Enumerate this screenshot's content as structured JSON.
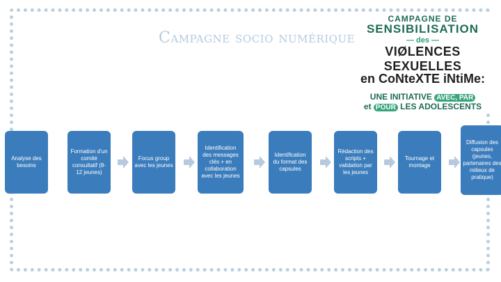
{
  "title": "Campagne socio numérique",
  "logo": {
    "line1": "CAMPAGNE DE",
    "line2": "SENSIBILISATION",
    "line3": "— des —",
    "line4": "VIØLENCES SEXUELLES",
    "line5": "en CoNteXTE iNtiMe:",
    "line6a": "UNE INITIATIVE",
    "line6b": "AVEC, PAR",
    "line7a": "et",
    "line7b": "POUR",
    "line7c": "LES ADOLESCENTS"
  },
  "colors": {
    "box": "#3a7cbc",
    "arrow": "#b6c9dd",
    "frame": "#b9cfe0",
    "logo_green": "#1e6b55"
  },
  "steps": [
    "Analyse des besoins",
    "Formation d'un comité consultatif (8-12 jeunes)",
    "Focus group avec les jeunes",
    "Identification des messages clés + en collaboration avec les jeunes",
    "Identification du format des capsules",
    "Rédaction des scripts + validation par les jeunes",
    "Tournage et montage",
    "Diffusion des capsules (jeunes, partenaires des milieux de pratique)"
  ]
}
